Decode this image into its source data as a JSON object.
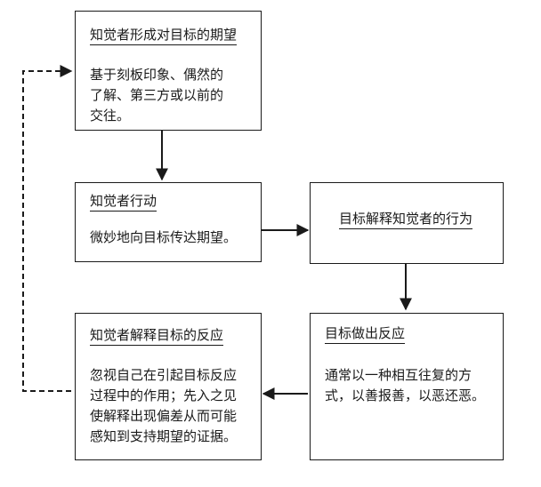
{
  "boxes": {
    "expectation": {
      "title": "知觉者形成对目标的期望",
      "lines": [
        "基于刻板印象、偶然的",
        "了解、第三方或以前的",
        "交往。"
      ]
    },
    "perceiver_action": {
      "title": "知觉者行动",
      "lines": [
        "微妙地向目标传达期望。"
      ]
    },
    "target_interprets": {
      "title": "目标解释知觉者的行为",
      "lines": []
    },
    "target_reacts": {
      "title": "目标做出反应",
      "lines": [
        "通常以一种相互往复的方",
        "式，以善报善，以恶还恶。"
      ]
    },
    "perceiver_interprets": {
      "title": "知觉者解释目标的反应",
      "lines": [
        "忽视自己在引起目标反应",
        "过程中的作用；先入之见",
        "使解释出现偏差从而可能",
        "感知到支持期望的证据。"
      ]
    }
  }
}
